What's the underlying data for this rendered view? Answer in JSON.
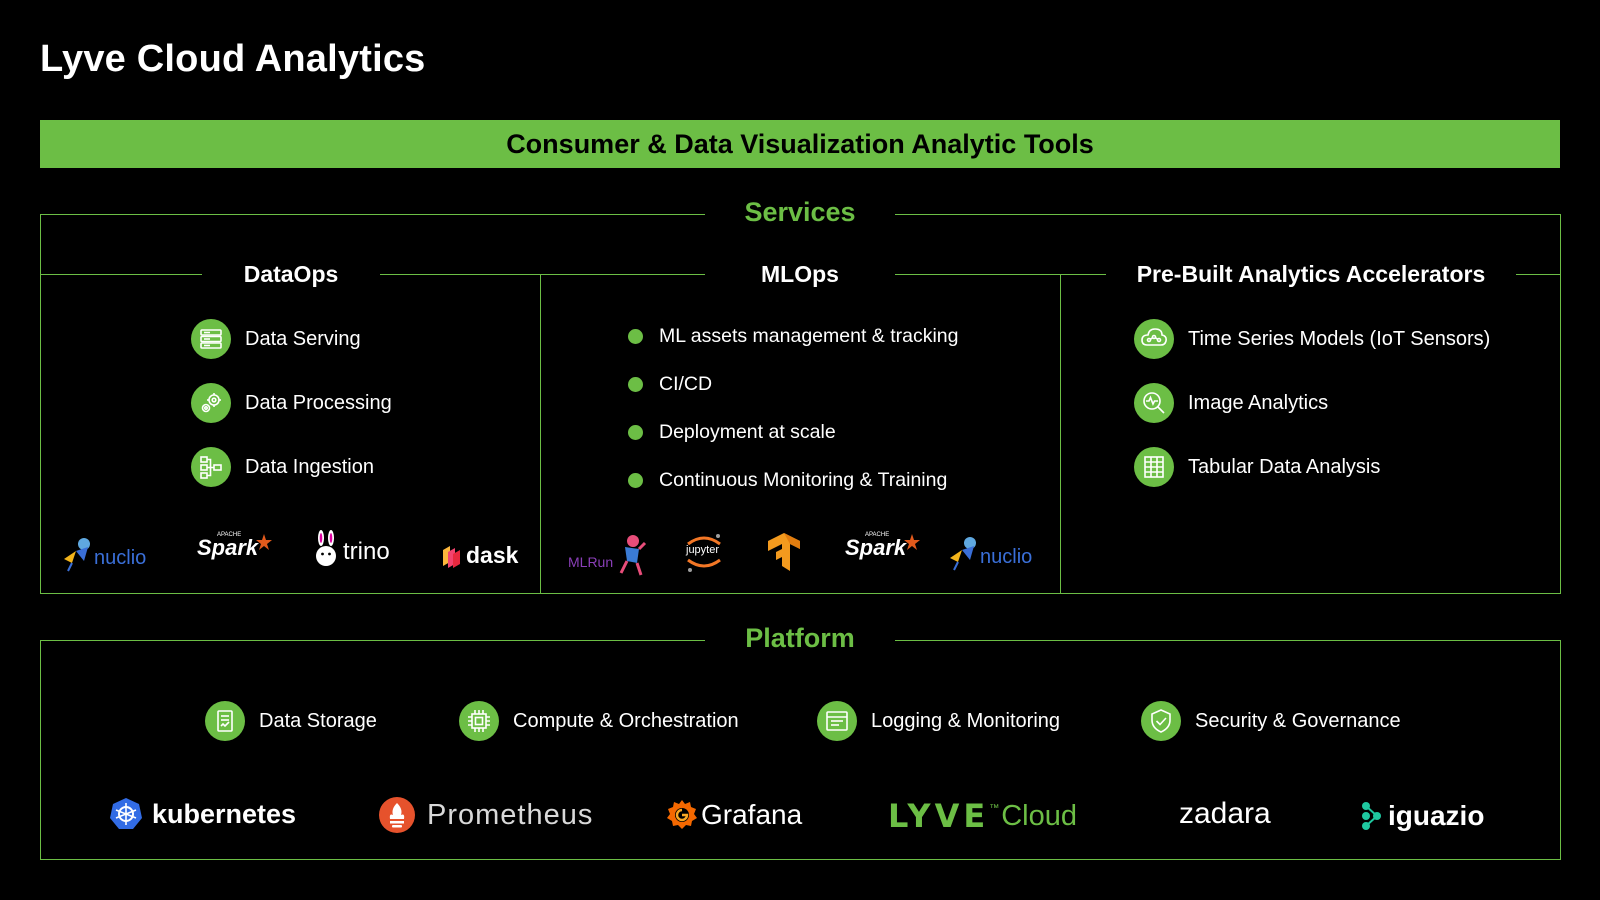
{
  "title": "Lyve Cloud Analytics",
  "banner": "Consumer & Data Visualization Analytic Tools",
  "services": {
    "heading": "Services",
    "dataops": {
      "heading": "DataOps",
      "items": [
        {
          "label": "Data Serving",
          "icon": "server-rack-icon"
        },
        {
          "label": "Data Processing",
          "icon": "gears-icon"
        },
        {
          "label": "Data Ingestion",
          "icon": "flow-diagram-icon"
        }
      ],
      "logos": [
        "nuclio",
        "Spark",
        "trino",
        "dask"
      ],
      "spark_super": "APACHE"
    },
    "mlops": {
      "heading": "MLOps",
      "bullets": [
        "ML assets management & tracking",
        "CI/CD",
        "Deployment at scale",
        "Continuous Monitoring & Training"
      ],
      "logos": [
        "MLRun",
        "jupyter",
        "tensorflow-icon",
        "Spark",
        "nuclio"
      ],
      "spark_super": "APACHE"
    },
    "accelerators": {
      "heading": "Pre-Built Analytics Accelerators",
      "items": [
        {
          "label": "Time Series Models (IoT Sensors)",
          "icon": "cloud-network-icon"
        },
        {
          "label": "Image Analytics",
          "icon": "magnifier-pulse-icon"
        },
        {
          "label": "Tabular Data Analysis",
          "icon": "table-icon"
        }
      ]
    }
  },
  "platform": {
    "heading": "Platform",
    "items": [
      {
        "label": "Data Storage",
        "icon": "storage-doc-icon"
      },
      {
        "label": "Compute & Orchestration",
        "icon": "chip-icon"
      },
      {
        "label": "Logging & Monitoring",
        "icon": "window-log-icon"
      },
      {
        "label": "Security & Governance",
        "icon": "shield-check-icon"
      }
    ],
    "logos": {
      "kubernetes": "kubernetes",
      "prometheus": "Prometheus",
      "grafana": "Grafana",
      "lyve": "LYVE",
      "lyve_tm": "™",
      "lyve_cloud": "Cloud",
      "zadara": "zadara",
      "iguazio": "iguazio"
    }
  },
  "colors": {
    "accent": "#6cbe45",
    "background": "#000000",
    "nuclio_blue": "#3a6fd8",
    "mlrun_purple": "#8a3fb8",
    "tensorflow_orange": "#f39a1e",
    "prometheus_red": "#e6522c",
    "grafana_orange": "#f46800",
    "kubernetes_blue": "#326ce5",
    "iguazio_teal": "#1ec8a0",
    "dask_colors": [
      "#fdb73c",
      "#f4436e",
      "#e8293f"
    ]
  }
}
